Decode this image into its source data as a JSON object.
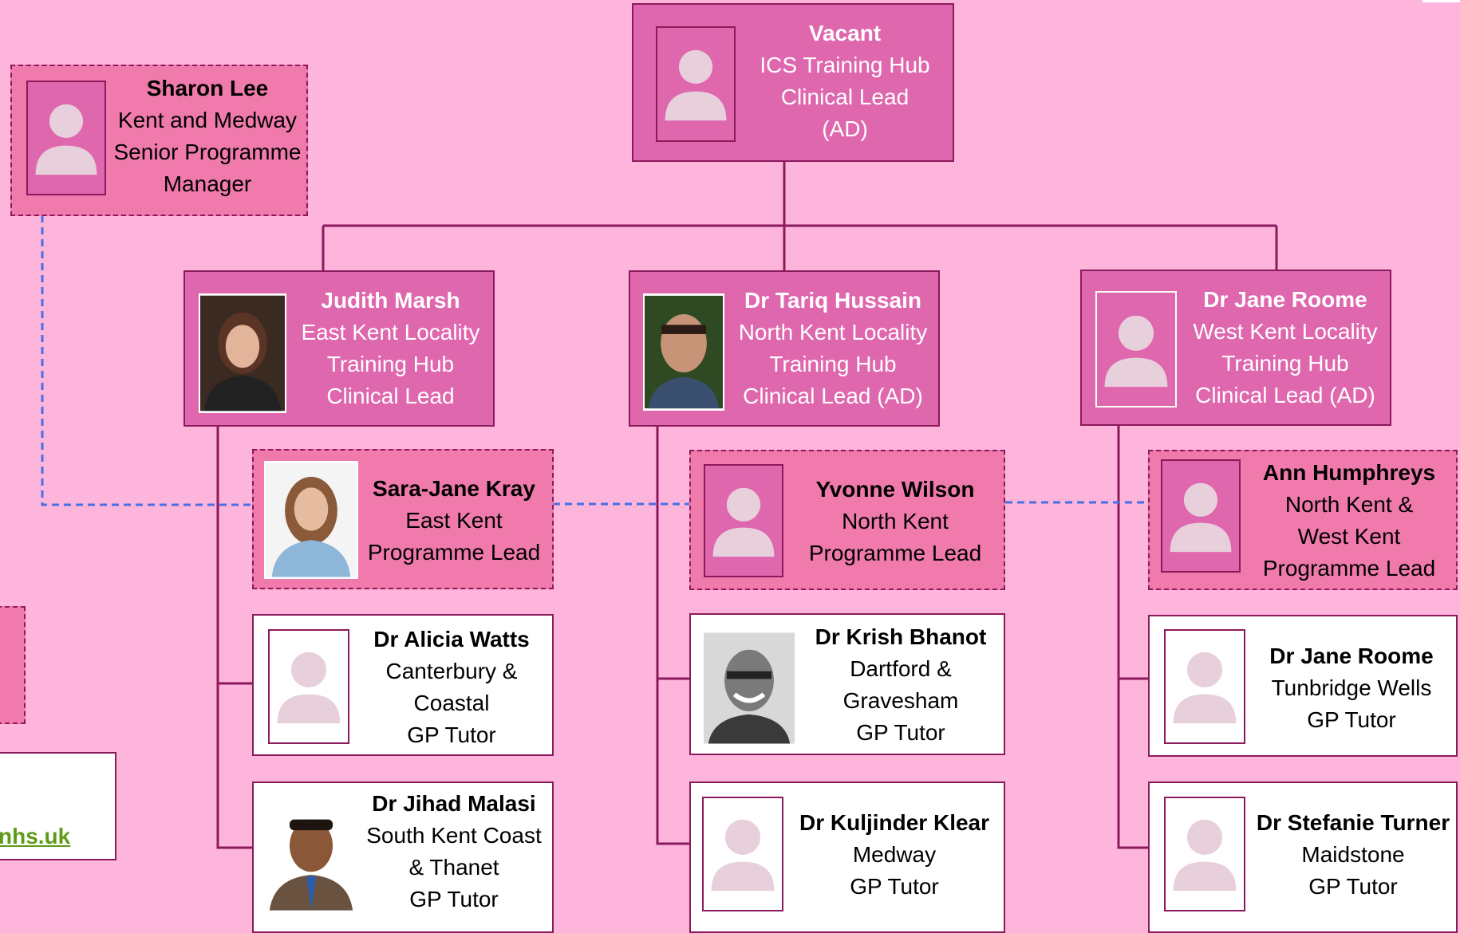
{
  "top": {
    "name": "Vacant",
    "lines": [
      "ICS Training Hub",
      "Clinical Lead",
      "(AD)"
    ]
  },
  "senior": {
    "name": "Sharon Lee",
    "lines": [
      "Kent and Medway",
      "Senior Programme",
      "Manager"
    ]
  },
  "localities": [
    {
      "name": "Judith Marsh",
      "lines": [
        "East Kent Locality",
        "Training Hub",
        "Clinical Lead"
      ]
    },
    {
      "name": "Dr Tariq Hussain",
      "lines": [
        "North Kent Locality",
        "Training Hub",
        "Clinical Lead (AD)"
      ]
    },
    {
      "name": "Dr Jane Roome",
      "lines": [
        "West Kent Locality",
        "Training Hub",
        "Clinical Lead (AD)"
      ]
    }
  ],
  "programme_leads": [
    {
      "name": "Sara-Jane Kray",
      "lines": [
        "East Kent",
        "Programme Lead"
      ]
    },
    {
      "name": "Yvonne Wilson",
      "lines": [
        "North Kent",
        "Programme Lead"
      ]
    },
    {
      "name": "Ann Humphreys",
      "lines": [
        "North Kent &",
        "West Kent",
        "Programme Lead"
      ]
    }
  ],
  "tutors": [
    {
      "name": "Dr Alicia Watts",
      "lines": [
        "Canterbury &",
        "Coastal",
        "GP Tutor"
      ]
    },
    {
      "name": "Dr Jihad Malasi",
      "lines": [
        "South Kent Coast",
        "& Thanet",
        "GP Tutor"
      ]
    },
    {
      "name": "Dr Krish Bhanot",
      "lines": [
        "Dartford &",
        "Gravesham",
        "GP Tutor"
      ]
    },
    {
      "name": "Dr Kuljinder Klear",
      "lines": [
        "Medway",
        "GP Tutor"
      ]
    },
    {
      "name": "Dr Jane Roome",
      "lines": [
        "Tunbridge Wells",
        "GP Tutor"
      ]
    },
    {
      "name": "Dr Stefanie Turner",
      "lines": [
        "Maidstone",
        "GP Tutor"
      ]
    }
  ],
  "footer_link": "nhs.uk",
  "colors": {
    "background": "#fdb5dc",
    "dark_box": "#df67ae",
    "medium_box": "#f07aab",
    "border": "#8b1a5c",
    "dotted_line": "#4a6fe3",
    "link": "#5e9b17"
  }
}
